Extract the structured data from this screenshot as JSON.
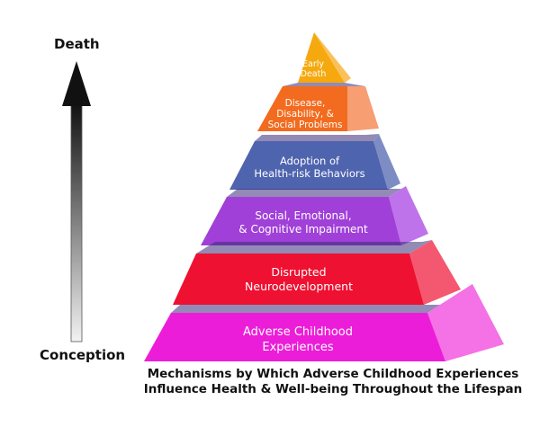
{
  "axis": {
    "top_label": "Death",
    "bottom_label": "Conception"
  },
  "caption": {
    "line1": "Mechanisms by Which Adverse Childhood Experiences",
    "line2": "Influence Health & Well-being Throughout the Lifespan"
  },
  "levels": [
    {
      "lines": [
        "Early",
        "Death"
      ],
      "front_color": "#F5A90F",
      "side_color": "#FAC15A"
    },
    {
      "lines": [
        "Disease,",
        "Disability, &",
        "Social Problems"
      ],
      "front_color": "#F26B1F",
      "side_color": "#F79E73"
    },
    {
      "lines": [
        "Adoption of",
        "Health-risk Behaviors"
      ],
      "front_color": "#4F64AE",
      "side_color": "#7D8DC4"
    },
    {
      "lines": [
        "Social, Emotional,",
        "& Cognitive Impairment"
      ],
      "front_color": "#A040D8",
      "side_color": "#BE73EB"
    },
    {
      "lines": [
        "Disrupted",
        "Neurodevelopment"
      ],
      "front_color": "#EE1131",
      "side_color": "#F45870"
    },
    {
      "lines": [
        "Adverse Childhood",
        "Experiences"
      ],
      "front_color": "#EC1DD8",
      "side_color": "#F571E6"
    }
  ]
}
